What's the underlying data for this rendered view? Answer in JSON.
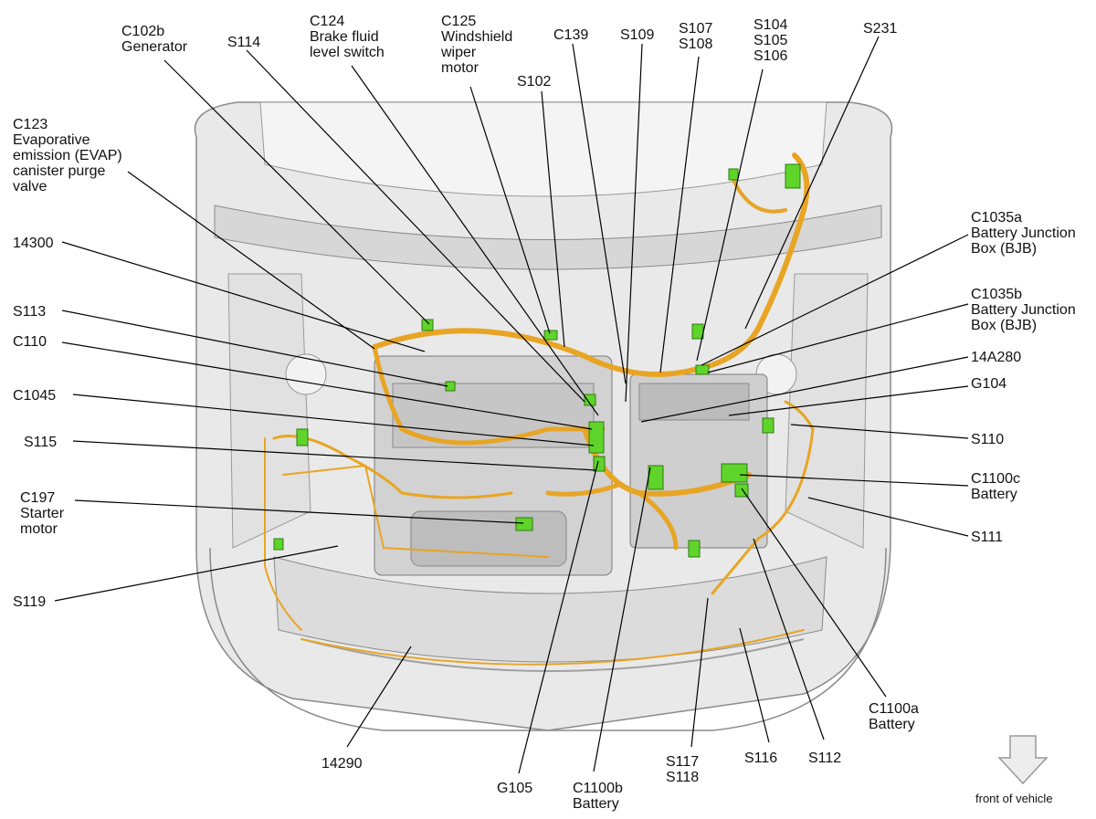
{
  "labels": {
    "c102b": [
      "C102b",
      "Generator"
    ],
    "s114": [
      "S114"
    ],
    "c124": [
      "C124",
      "Brake fluid",
      "level switch"
    ],
    "c125": [
      "C125",
      "Windshield",
      "wiper",
      "motor"
    ],
    "s102": [
      "S102"
    ],
    "c139": [
      "C139"
    ],
    "s109": [
      "S109"
    ],
    "s107_108": [
      "S107",
      "S108"
    ],
    "s104_106": [
      "S104",
      "S105",
      "S106"
    ],
    "s231": [
      "S231"
    ],
    "c123": [
      "C123",
      "Evaporative",
      "emission (EVAP)",
      "canister purge",
      "valve"
    ],
    "n14300": [
      "14300"
    ],
    "s113": [
      "S113"
    ],
    "c110": [
      "C110"
    ],
    "c1045": [
      "C1045"
    ],
    "s115": [
      "S115"
    ],
    "c197": [
      "C197",
      "Starter",
      "motor"
    ],
    "s119": [
      "S119"
    ],
    "c1035a": [
      "C1035a",
      "Battery Junction",
      "Box (BJB)"
    ],
    "c1035b": [
      "C1035b",
      "Battery Junction",
      "Box (BJB)"
    ],
    "n14a280": [
      "14A280"
    ],
    "g104": [
      "G104"
    ],
    "s110": [
      "S110"
    ],
    "c1100c": [
      "C1100c",
      "Battery"
    ],
    "s111": [
      "S111"
    ],
    "c1100a": [
      "C1100a",
      "Battery"
    ],
    "s112": [
      "S112"
    ],
    "s116": [
      "S116"
    ],
    "s117_118": [
      "S117",
      "S118"
    ],
    "c1100b": [
      "C1100b",
      "Battery"
    ],
    "g105": [
      "G105"
    ],
    "n14290": [
      "14290"
    ]
  },
  "arrow_caption": "front of vehicle",
  "colors": {
    "harness": "#e8a524",
    "connector": "#5fd42a",
    "body": "#e4e4e4",
    "outline": "#7a7a7a",
    "leader": "#000000"
  }
}
